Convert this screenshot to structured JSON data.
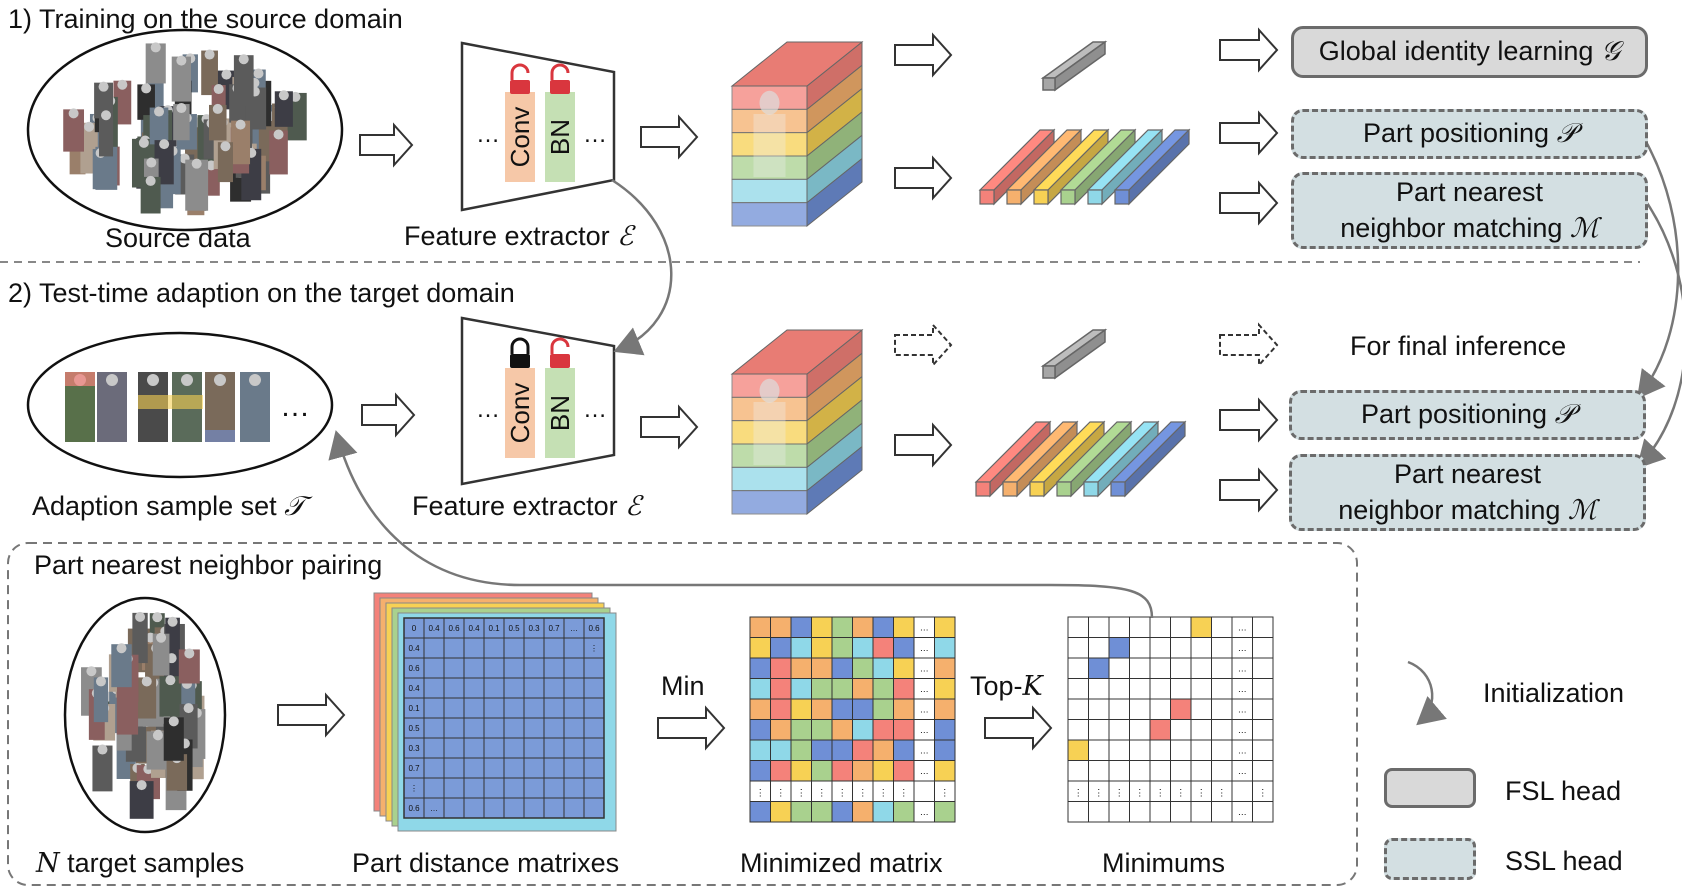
{
  "sections": {
    "training": "1) Training on the source domain",
    "adaption": "2) Test-time adaption on the target domain",
    "pairing": "Part nearest neighbor pairing"
  },
  "captions": {
    "source_data": "Source data",
    "feature_extractor": "Feature extractor",
    "feature_extractor_symbol": "ℰ",
    "adaption_set": "Adaption sample set",
    "adaption_set_symbol": "𝒯",
    "n_target_prefix": "N",
    "n_target": "target samples",
    "part_distance": "Part distance matrixes",
    "minimized": "Minimized matrix",
    "minimums": "Minimums",
    "min_label": "Min",
    "topk_label": "Top-",
    "topk_symbol": "K",
    "final_inference": "For final inference"
  },
  "extractor": {
    "ellipsis": "…",
    "conv": "Conv",
    "bn": "BN"
  },
  "heads": {
    "global_identity": "Global identity learning",
    "global_identity_symbol": "𝒢",
    "part_positioning": "Part positioning",
    "part_positioning_symbol": "𝒫",
    "part_nearest_line1": "Part nearest",
    "part_nearest_line2": "neighbor matching",
    "part_nearest_symbol": "ℳ"
  },
  "legend": {
    "initialization": "Initialization",
    "fsl": "FSL head",
    "ssl": "SSL head"
  },
  "distance_matrix": {
    "top_row": [
      "0",
      "0.4",
      "0.6",
      "0.4",
      "0.1",
      "0.5",
      "0.3",
      "0.7",
      "…",
      "0.6"
    ],
    "left_col": [
      "0.4",
      "0.6",
      "0.4",
      "0.1",
      "0.5",
      "0.3",
      "0.7",
      "⋮",
      "0.6"
    ],
    "bottom_ellipsis": "…",
    "right_ellipsis": "⋮"
  },
  "colors": {
    "red": "#f4827a",
    "orange": "#f5b06d",
    "yellow": "#f7d154",
    "green": "#a9d18e",
    "cyan": "#8fd8e8",
    "blue": "#6f8fd6",
    "grid_blue": "#7b9bd8",
    "fsl_fill": "#d9d9d9",
    "ssl_fill": "#d3dfe2",
    "lock_red": "#d9363e"
  }
}
